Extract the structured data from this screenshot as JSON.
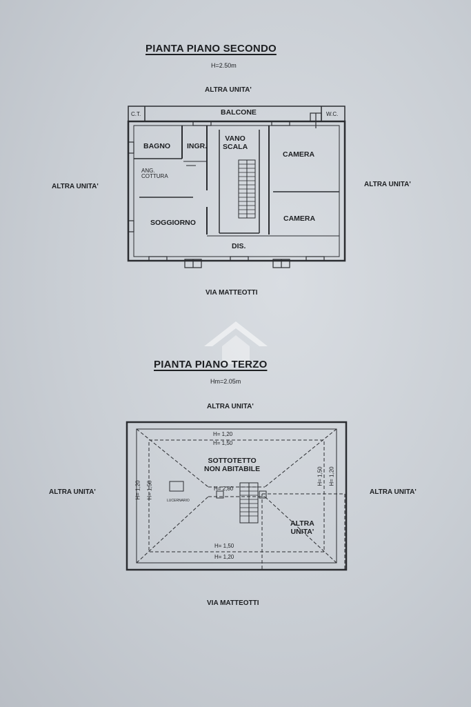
{
  "floor2": {
    "title": "PIANTA PIANO SECONDO",
    "height": "H=2.50m",
    "top_neighbor": "ALTRA UNITA'",
    "left_neighbor": "ALTRA UNITA'",
    "right_neighbor": "ALTRA UNITA'",
    "street": "VIA MATTEOTTI",
    "rooms": {
      "ct": "C.T.",
      "balcone": "BALCONE",
      "wc": "W.C.",
      "bagno": "BAGNO",
      "ingr": "INGR.",
      "vano_scala_1": "VANO",
      "vano_scala_2": "SCALA",
      "camera_top": "CAMERA",
      "ang_cottura_1": "ANG.",
      "ang_cottura_2": "COTTURA",
      "soggiorno": "SOGGIORNO",
      "camera_bottom": "CAMERA",
      "dis": "DIS."
    }
  },
  "floor3": {
    "title": "PIANTA PIANO TERZO",
    "height": "Hm=2.05m",
    "top_neighbor": "ALTRA UNITA'",
    "left_neighbor": "ALTRA UNITA'",
    "right_neighbor": "ALTRA UNITA'",
    "street": "VIA MATTEOTTI",
    "rooms": {
      "sottotetto_1": "SOTTOTETTO",
      "sottotetto_2": "NON ABITABILE",
      "altra_unita_1": "ALTRA",
      "altra_unita_2": "UNITA'",
      "lucernario": "LUCERNARIO"
    },
    "heights": {
      "top_outer": "H= 1,20",
      "top_inner": "H= 1,50",
      "bottom_inner": "H= 1,50",
      "bottom_outer": "H= 1,20",
      "left_outer": "H= 1,20",
      "left_inner": "H= 1,50",
      "right_inner": "H= 1,50",
      "right_outer": "H= 1,20",
      "center": "H= 2,80"
    }
  }
}
